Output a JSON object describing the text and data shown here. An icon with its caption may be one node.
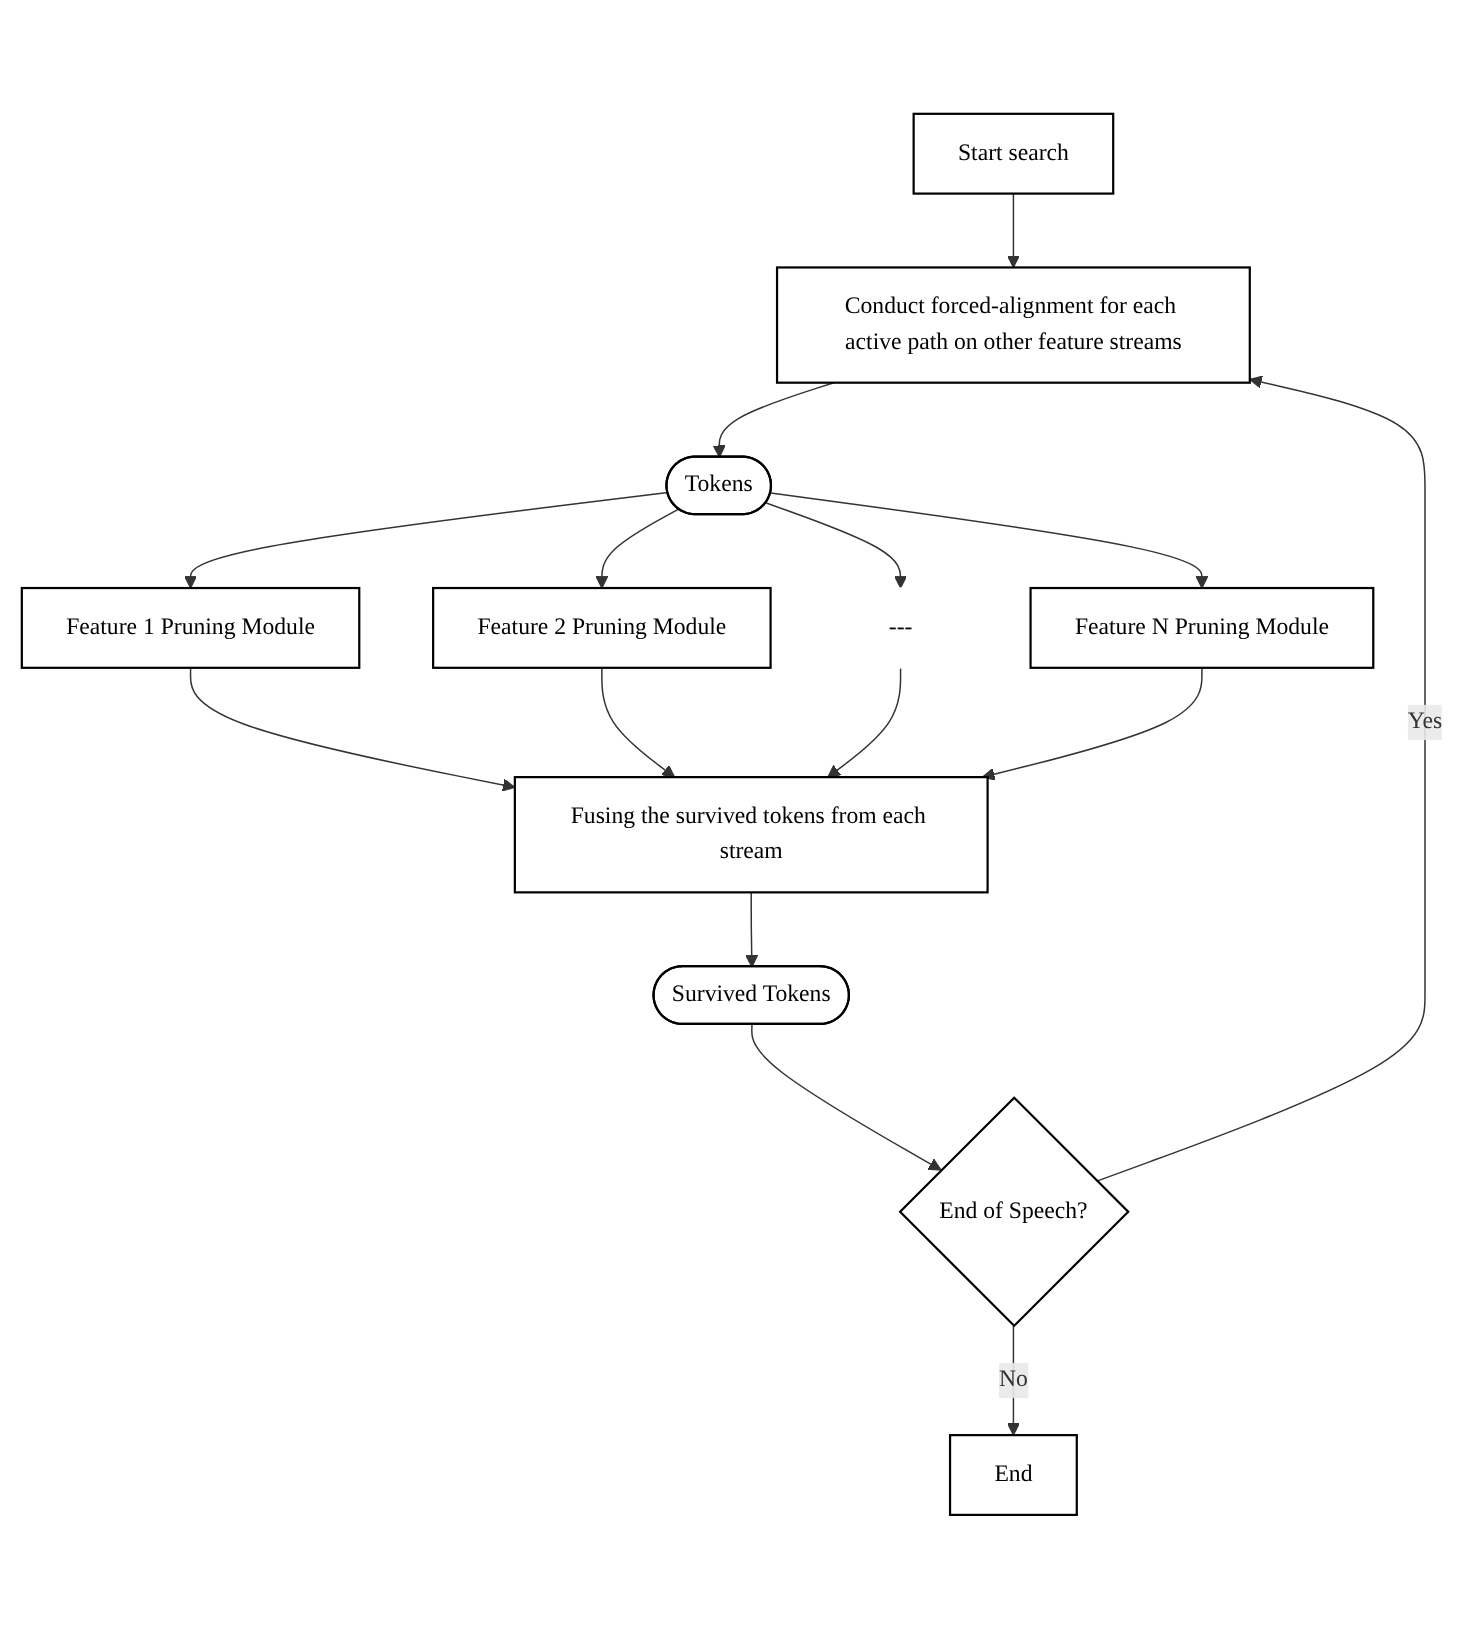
{
  "diagram": {
    "nodes": [
      {
        "text": [
          "Start search"
        ]
      },
      {
        "text": [
          "Conduct forced-alignment for each active path on other feature streams"
        ]
      },
      {
        "text": [
          "Tokens"
        ]
      },
      {
        "text": [
          "Feature 1 Pruning Module"
        ]
      },
      {
        "text": [
          "Feature 2 Pruning Module"
        ]
      },
      {
        "text": [
          "---"
        ]
      },
      {
        "text": [
          "Feature N Pruning Module"
        ]
      },
      {
        "text": [
          "Fusing the survived tokens from each stream"
        ]
      },
      {
        "text": [
          "Survived Tokens"
        ]
      },
      {
        "text": [
          "End of Speech?"
        ]
      },
      {
        "text": [
          "End"
        ]
      }
    ],
    "edges": [
      {
        "from": 0,
        "to": 1,
        "arrow": "to"
      },
      {
        "from": 1,
        "to": 2,
        "arrow": "to"
      },
      {
        "from": 2,
        "to": 3,
        "arrow": "to"
      },
      {
        "from": 2,
        "to": 4,
        "arrow": "to"
      },
      {
        "from": 2,
        "to": 5,
        "arrow": "to"
      },
      {
        "from": 2,
        "to": 6,
        "arrow": "to"
      },
      {
        "from": 3,
        "to": 7,
        "arrow": "to"
      },
      {
        "from": 4,
        "to": 7,
        "arrow": "to"
      },
      {
        "from": 5,
        "to": 7,
        "arrow": "to"
      },
      {
        "from": 6,
        "to": 7,
        "arrow": "to"
      },
      {
        "from": 7,
        "to": 8,
        "arrow": "to"
      },
      {
        "from": 8,
        "to": 9,
        "arrow": "to"
      },
      {
        "from": 9,
        "to": 10,
        "label": "No",
        "arrow": "to"
      },
      {
        "from": 9,
        "to": 1,
        "label": "Yes",
        "arrow": "to"
      }
    ]
  }
}
